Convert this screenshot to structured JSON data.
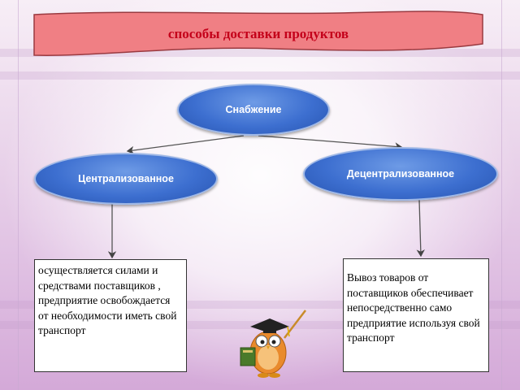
{
  "banner": {
    "title": "способы доставки продуктов"
  },
  "nodes": {
    "root": "Снабжение",
    "left": "Централизованное",
    "right": "Децентрализованное"
  },
  "boxes": {
    "left_text": "осуществляется силами и средствами поставщиков , предприятие освобождается от необходимости иметь свой транспорт",
    "right_text": "Вывоз товаров от поставщиков обеспечивает непосредственно само предприятие используя свой транспорт"
  },
  "icons": {
    "mascot": "owl-teacher-icon",
    "arrow": "arrow-icon"
  },
  "colors": {
    "title": "#c4001a",
    "banner": "#f07f84",
    "node": "#3d6fd0"
  }
}
